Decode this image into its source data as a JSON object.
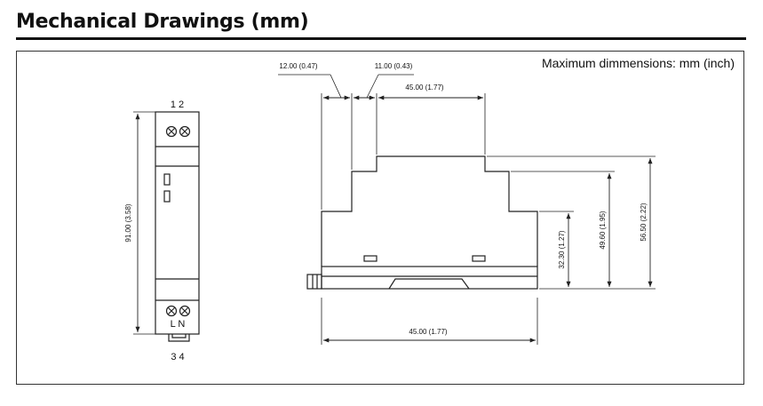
{
  "page": {
    "title": "Mechanical Drawings (mm)"
  },
  "drawing": {
    "note": "Maximum dimmensions: mm (inch)",
    "front_view": {
      "top_terminals": "1 2",
      "bottom_terminals": "3 4",
      "input_labels": "L N",
      "height_dim": "91.00 (3.58)"
    },
    "side_view": {
      "dim_flange": "12.00 (0.47)",
      "dim_step": "11.00 (0.43)",
      "dim_top_width": "45.00 (1.77)",
      "dim_base_width": "45.00 (1.77)",
      "dim_h1": "32.30 (1.27)",
      "dim_h2": "49.60 (1.95)",
      "dim_h3": "56.50 (2.22)"
    }
  },
  "colors": {
    "line": "#222222",
    "text": "#111111"
  }
}
